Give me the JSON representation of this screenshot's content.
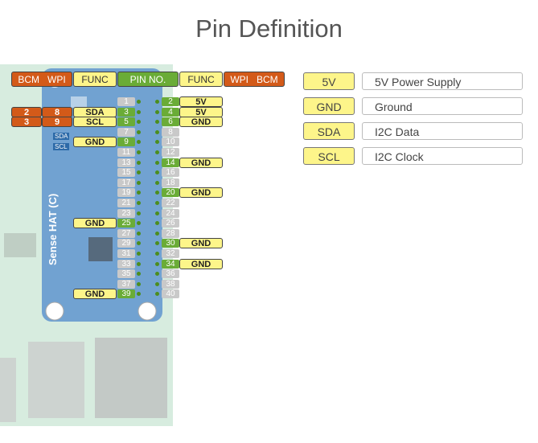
{
  "title": "Pin Definition",
  "header": {
    "bcm": "BCM",
    "wpi": "WPI",
    "func": "FUNC",
    "pin_no": "PIN NO.",
    "func_r": "FUNC",
    "wpi_r": "WPI",
    "bcm_r": "BCM"
  },
  "board": {
    "name": "Sense HAT (C)",
    "small_labels": [
      "SDA",
      "SCL"
    ]
  },
  "pins": [
    "1",
    "2",
    "3",
    "4",
    "5",
    "6",
    "7",
    "8",
    "9",
    "10",
    "11",
    "12",
    "13",
    "14",
    "15",
    "16",
    "17",
    "18",
    "19",
    "20",
    "21",
    "22",
    "23",
    "24",
    "25",
    "26",
    "27",
    "28",
    "29",
    "30",
    "31",
    "32",
    "33",
    "34",
    "35",
    "36",
    "37",
    "38",
    "39",
    "40"
  ],
  "active_pins": [
    "2",
    "3",
    "4",
    "5",
    "6",
    "9",
    "14",
    "20",
    "25",
    "30",
    "34",
    "39"
  ],
  "left_labels": [
    {
      "pin": "3",
      "bcm": "2",
      "wpi": "8",
      "func": "SDA"
    },
    {
      "pin": "5",
      "bcm": "3",
      "wpi": "9",
      "func": "SCL"
    },
    {
      "pin": "9",
      "func": "GND"
    },
    {
      "pin": "25",
      "func": "GND"
    },
    {
      "pin": "39",
      "func": "GND"
    }
  ],
  "right_labels": [
    {
      "pin": "2",
      "func": "5V"
    },
    {
      "pin": "4",
      "func": "5V"
    },
    {
      "pin": "6",
      "func": "GND"
    },
    {
      "pin": "14",
      "func": "GND"
    },
    {
      "pin": "20",
      "func": "GND"
    },
    {
      "pin": "30",
      "func": "GND"
    },
    {
      "pin": "34",
      "func": "GND"
    }
  ],
  "legend": [
    {
      "key": "5V",
      "desc": "5V Power Supply"
    },
    {
      "key": "GND",
      "desc": "Ground"
    },
    {
      "key": "SDA",
      "desc": "I2C Data"
    },
    {
      "key": "SCL",
      "desc": "I2C Clock"
    }
  ],
  "colors": {
    "bcm_wpi": "#d35a19",
    "func": "#fdf58a",
    "pin_active": "#6aac37",
    "pin_inactive": "#c9c9c9",
    "board": "#5f95cf",
    "pcb": "#2e9b5a"
  }
}
